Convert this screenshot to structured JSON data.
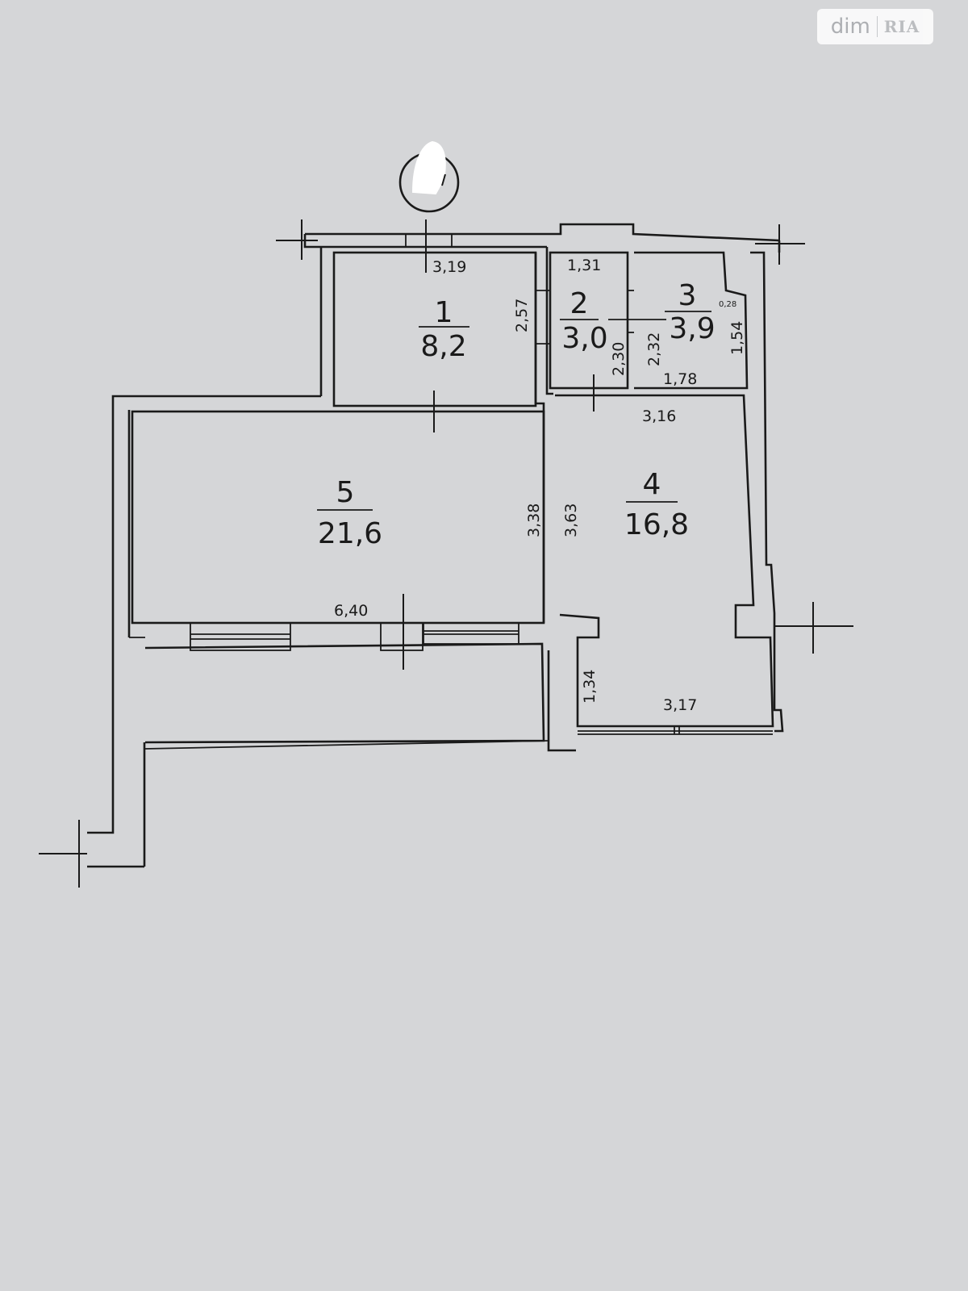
{
  "watermark": {
    "brand": "dim",
    "sub": "RIA"
  },
  "compass": {
    "icon": "compass-north-icon"
  },
  "rooms": [
    {
      "id": "1",
      "number": "1",
      "area": "8,2"
    },
    {
      "id": "2",
      "number": "2",
      "area": "3,0"
    },
    {
      "id": "3",
      "number": "3",
      "area": "3,9"
    },
    {
      "id": "4",
      "number": "4",
      "area": "16,8"
    },
    {
      "id": "5",
      "number": "5",
      "area": "21,6"
    }
  ],
  "dimensions": {
    "room1_width": "3,19",
    "room1_height": "2,57",
    "room2_width": "1,31",
    "room2_height": "2,30",
    "room3_height_left": "2,32",
    "room3_width": "1,78",
    "room3_height_right": "1,54",
    "room3_small": "0,28",
    "room4_width_top": "3,16",
    "room4_height": "3,63",
    "room4_width_bottom": "3,17",
    "room4_height_lower": "1,34",
    "room5_width": "6,40",
    "room5_height": "3,38"
  }
}
